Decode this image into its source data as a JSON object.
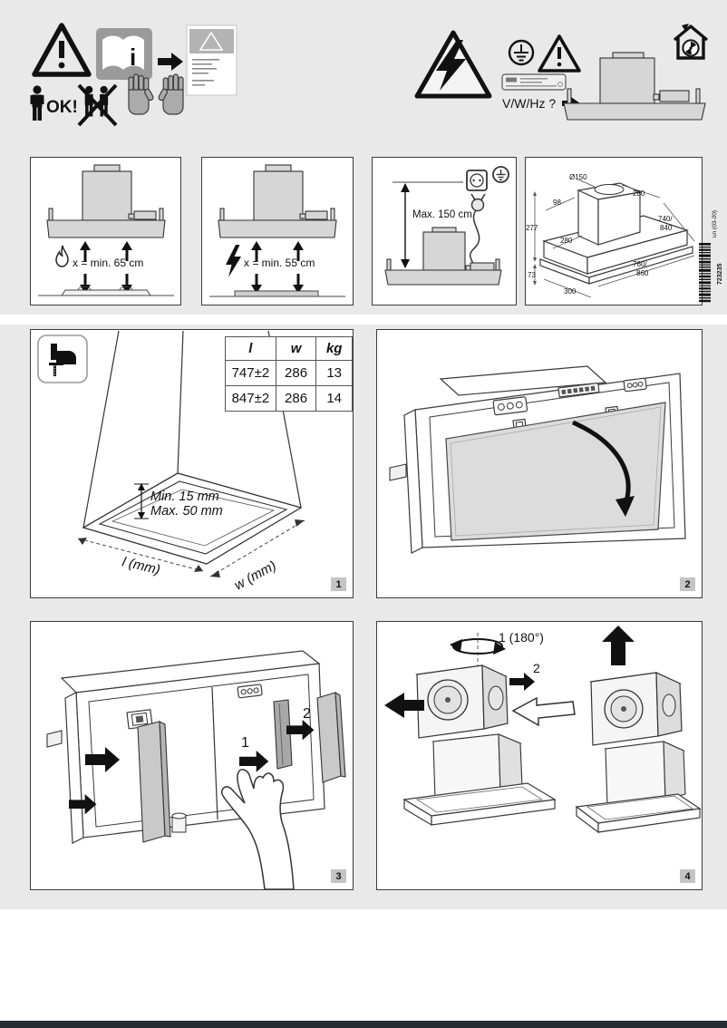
{
  "page": {
    "bg": "#e9e9e9",
    "footer_color": "#262d33"
  },
  "top_icons": {
    "ok_label": "OK!",
    "voltage_query": "V/W/Hz ?"
  },
  "row2": {
    "gas_clearance": "x = min. 65 cm",
    "electric_clearance": "x = min. 55 cm",
    "cord_length": "Max. 150 cm",
    "dims": {
      "duct": "Ø150",
      "top_inset": "98",
      "chimney_width": "280",
      "chimney_depth": "280",
      "body_length_a": "740/",
      "body_length_b": "840",
      "height_total": "277",
      "height_body": "73",
      "outer_length_a": "760/",
      "outer_length_b": "860",
      "body_depth": "300"
    },
    "barcode": {
      "number": "723235",
      "revision": "un (03-20)"
    }
  },
  "panel1": {
    "badge": "1",
    "table": {
      "headers": [
        "l",
        "w",
        "kg"
      ],
      "rows": [
        [
          "747±2",
          "286",
          "13"
        ],
        [
          "847±2",
          "286",
          "14"
        ]
      ]
    },
    "min_label": "Min. 15 mm",
    "max_label": "Max. 50 mm",
    "length_label": "l (mm)",
    "width_label": "w (mm)"
  },
  "panel2": {
    "badge": "2"
  },
  "panel3": {
    "badge": "3",
    "step1": "1",
    "step2": "2"
  },
  "panel4": {
    "badge": "4",
    "rotate_label": "1 (180°)",
    "step2": "2"
  }
}
